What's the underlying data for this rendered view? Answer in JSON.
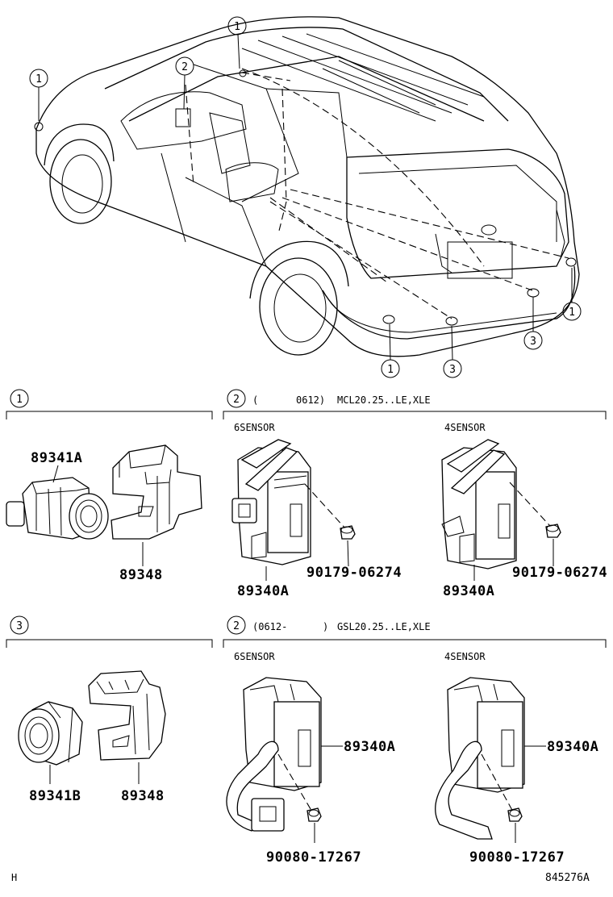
{
  "callouts": {
    "one": "1",
    "two": "2",
    "three": "3"
  },
  "section_1": {
    "label": "1",
    "part_a": "89341A",
    "part_b": "89348"
  },
  "section_2a": {
    "label": "2",
    "date_open": "(",
    "date": "0612)",
    "models": "MCL20.25..LE,XLE",
    "left_title": "6SENSOR",
    "right_title": "4SENSOR",
    "left_module": "89340A",
    "left_bolt": "90179-06274",
    "right_module": "89340A",
    "right_bolt": "90179-06274"
  },
  "section_3": {
    "label": "3",
    "part_a": "89341B",
    "part_b": "89348"
  },
  "section_2b": {
    "label": "2",
    "date": "(0612-",
    "date_close": ")",
    "models": "GSL20.25..LE,XLE",
    "left_title": "6SENSOR",
    "right_title": "4SENSOR",
    "left_module": "89340A",
    "left_bolt": "90080-17267",
    "right_module": "89340A",
    "right_bolt": "90080-17267"
  },
  "footer": {
    "left": "H",
    "right": "845276A"
  }
}
